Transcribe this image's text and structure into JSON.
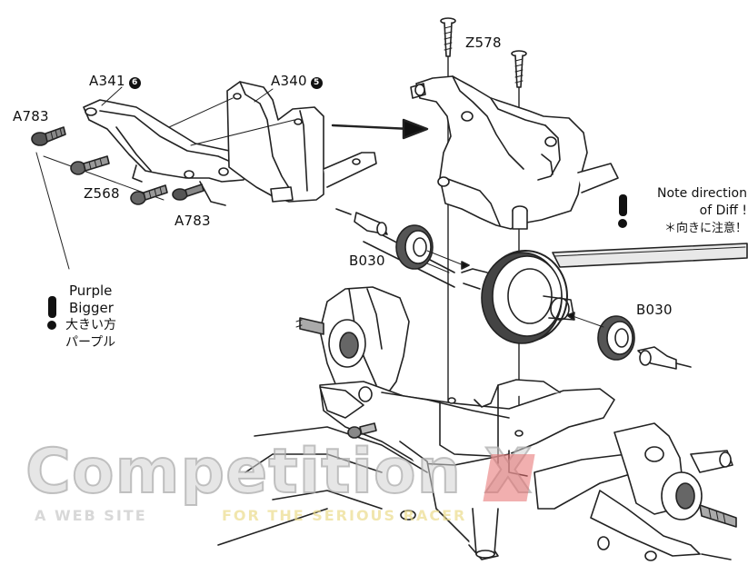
{
  "labels": {
    "z578": "Z578",
    "a341": "A341",
    "a341_badge": "6",
    "a340": "A340",
    "a340_badge": "5",
    "a783_top": "A783",
    "a783_bottom": "A783",
    "z568": "Z568",
    "b030_left": "B030",
    "b030_right": "B030"
  },
  "notes": {
    "purple": [
      "Purple",
      "Bigger",
      "大きい方",
      "パープル"
    ],
    "diff": [
      "Note direction",
      "of Diff !",
      "＊向きに注意！"
    ]
  },
  "watermark": {
    "brand": "Competition X",
    "tagline_left": "A WEB SITE",
    "tagline_right": "FOR THE SERIOUS RACER"
  }
}
